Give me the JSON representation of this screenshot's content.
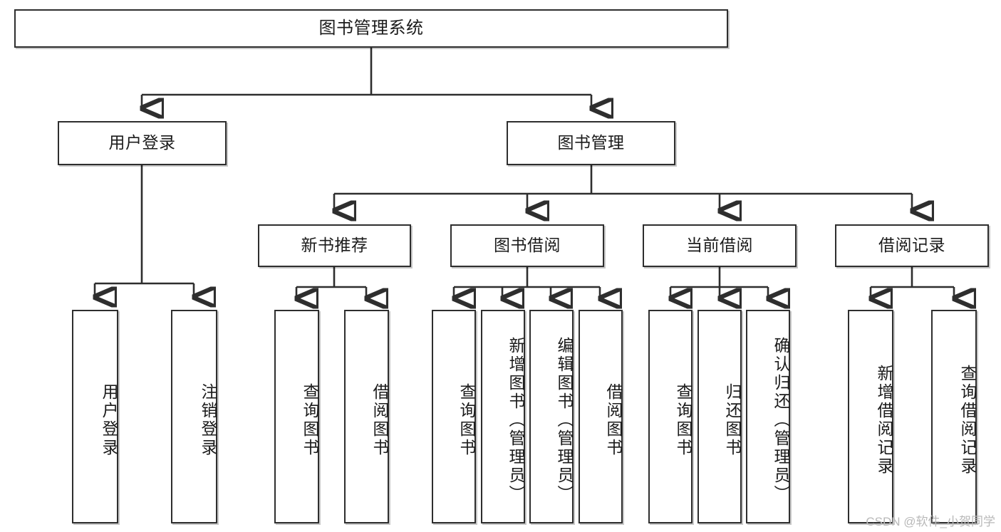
{
  "diagram": {
    "type": "tree",
    "title": "图书管理系统",
    "root": {
      "id": "root",
      "label": "图书管理系统"
    },
    "level1": [
      {
        "id": "login",
        "label": "用户登录"
      },
      {
        "id": "bookmg",
        "label": "图书管理"
      }
    ],
    "level2": [
      {
        "id": "newbook",
        "label": "新书推荐",
        "parent": "bookmg"
      },
      {
        "id": "borrow",
        "label": "图书借阅",
        "parent": "bookmg"
      },
      {
        "id": "current",
        "label": "当前借阅",
        "parent": "bookmg"
      },
      {
        "id": "record",
        "label": "借阅记录",
        "parent": "bookmg"
      }
    ],
    "leaves": [
      {
        "id": "l1",
        "label": "用户登录",
        "parent": "login"
      },
      {
        "id": "l2",
        "label": "注销登录",
        "parent": "login"
      },
      {
        "id": "l3",
        "label": "查询图书",
        "parent": "newbook"
      },
      {
        "id": "l4",
        "label": "借阅图书",
        "parent": "newbook"
      },
      {
        "id": "l5",
        "label": "查询图书",
        "parent": "borrow"
      },
      {
        "id": "l6",
        "label": "新增图书（管理员）",
        "parent": "borrow"
      },
      {
        "id": "l7",
        "label": "编辑图书（管理员）",
        "parent": "borrow"
      },
      {
        "id": "l8",
        "label": "借阅图书",
        "parent": "borrow"
      },
      {
        "id": "l9",
        "label": "查询图书",
        "parent": "current"
      },
      {
        "id": "l10",
        "label": "归还图书",
        "parent": "current"
      },
      {
        "id": "l11",
        "label": "确认归还（管理员）",
        "parent": "current"
      },
      {
        "id": "l12",
        "label": "新增借阅记录",
        "parent": "record"
      },
      {
        "id": "l13",
        "label": "查询借阅记录",
        "parent": "record"
      }
    ],
    "colors": {
      "stroke": "#2e2e2e",
      "fill": "#ffffff",
      "text": "#1b1b1b",
      "watermark": "#b9b9b9"
    }
  },
  "watermark": {
    "text": "CSDN @软件_小贺同学"
  }
}
